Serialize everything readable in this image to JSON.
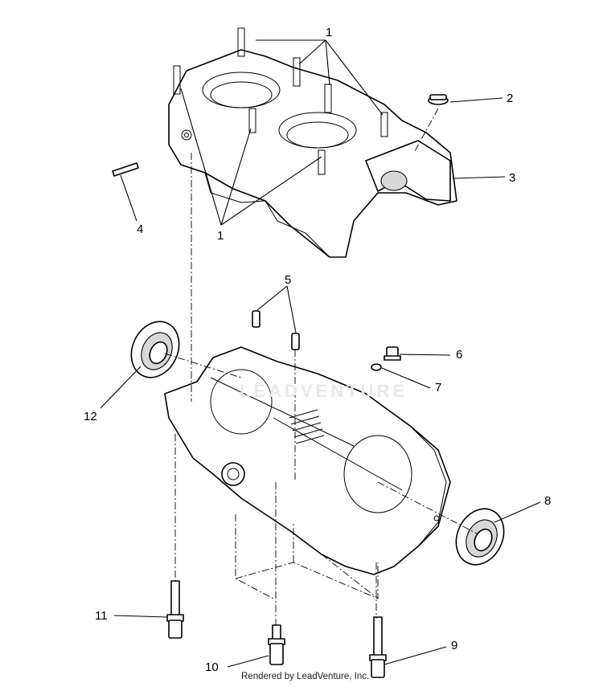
{
  "watermark": "LEADVENTURE",
  "footer": {
    "credit": "Rendered by LeadVenture, Inc."
  },
  "callouts": {
    "c1_top": "1",
    "c1_bottom": "1",
    "c2": "2",
    "c3": "3",
    "c4": "4",
    "c5": "5",
    "c6": "6",
    "c7": "7",
    "c8": "8",
    "c9": "9",
    "c10": "10",
    "c11": "11",
    "c12": "12"
  }
}
